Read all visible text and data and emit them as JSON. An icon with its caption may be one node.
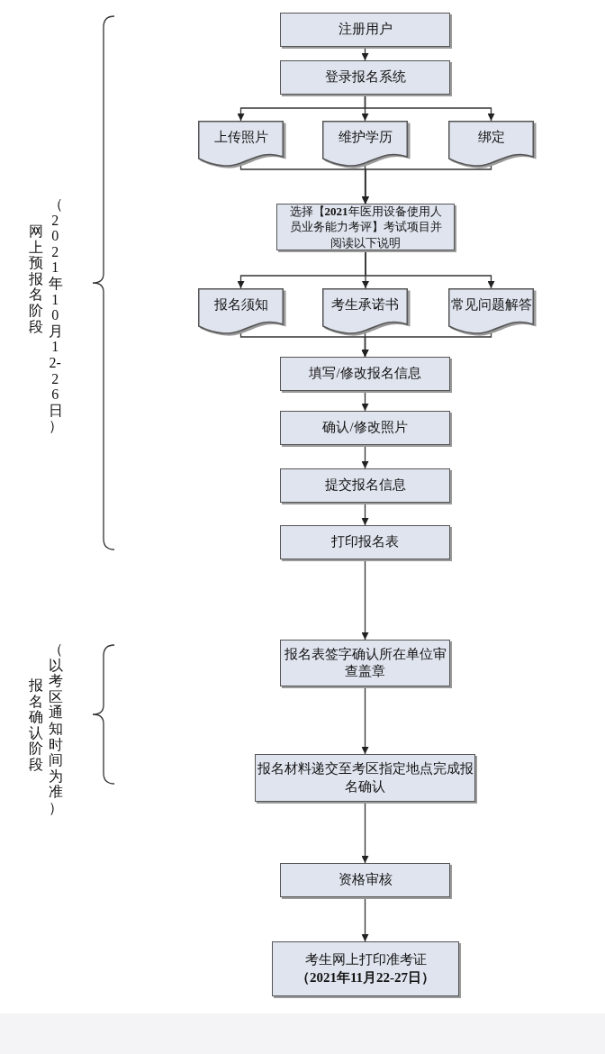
{
  "diagram": {
    "nodes": [
      {
        "text": [
          "注册用户"
        ]
      },
      {
        "text": [
          "登录报名系统"
        ]
      },
      {
        "text": [
          "上传照片"
        ]
      },
      {
        "text": [
          "维护学历"
        ]
      },
      {
        "text": [
          "绑定"
        ]
      },
      {
        "text": [
          "选择【**2021**年医用设备使用人员业务能力考评】考试项目并阅读以下说明"
        ]
      },
      {
        "text": [
          "报名须知"
        ]
      },
      {
        "text": [
          "考生承诺书"
        ]
      },
      {
        "text": [
          "常见问题解答"
        ]
      },
      {
        "text": [
          "填写/修改报名信息"
        ]
      },
      {
        "text": [
          "确认/修改照片"
        ]
      },
      {
        "text": [
          "提交报名信息"
        ]
      },
      {
        "text": [
          "打印报名表"
        ]
      },
      {
        "text": [
          "报名表签字确认所在单位审查盖章"
        ]
      },
      {
        "text": [
          "报名材料递交至考区指定地点完成报名确认"
        ]
      },
      {
        "text": [
          "资格审核"
        ]
      },
      {
        "text": [
          "考生网上打印准考证",
          "（2021年11月22-27日）"
        ]
      }
    ],
    "edges": [
      {
        "from": 0,
        "to": 1,
        "arrow": "to"
      },
      {
        "from": 1,
        "to": 2,
        "arrow": "to"
      },
      {
        "from": 1,
        "to": 3,
        "arrow": "to"
      },
      {
        "from": 1,
        "to": 4,
        "arrow": "to"
      },
      {
        "from": 2,
        "to": 5,
        "arrow": "to"
      },
      {
        "from": 3,
        "to": 5,
        "arrow": "to"
      },
      {
        "from": 4,
        "to": 5,
        "arrow": "to"
      },
      {
        "from": 5,
        "to": 6,
        "arrow": "to"
      },
      {
        "from": 5,
        "to": 7,
        "arrow": "to"
      },
      {
        "from": 5,
        "to": 8,
        "arrow": "to"
      },
      {
        "from": 6,
        "to": 9,
        "arrow": "to"
      },
      {
        "from": 7,
        "to": 9,
        "arrow": "to"
      },
      {
        "from": 8,
        "to": 9,
        "arrow": "to"
      },
      {
        "from": 9,
        "to": 10,
        "arrow": "to"
      },
      {
        "from": 10,
        "to": 11,
        "arrow": "to"
      },
      {
        "from": 11,
        "to": 12,
        "arrow": "to"
      },
      {
        "from": 12,
        "to": 13,
        "arrow": "to"
      },
      {
        "from": 13,
        "to": 14,
        "arrow": "to"
      },
      {
        "from": 14,
        "to": 15,
        "arrow": "to"
      },
      {
        "from": 15,
        "to": 16,
        "arrow": "to"
      }
    ],
    "labels": [
      "（2021年10月12-26日）",
      "网上预报名阶段",
      "（以考区通知时间为准）",
      "报名确认阶段"
    ]
  }
}
